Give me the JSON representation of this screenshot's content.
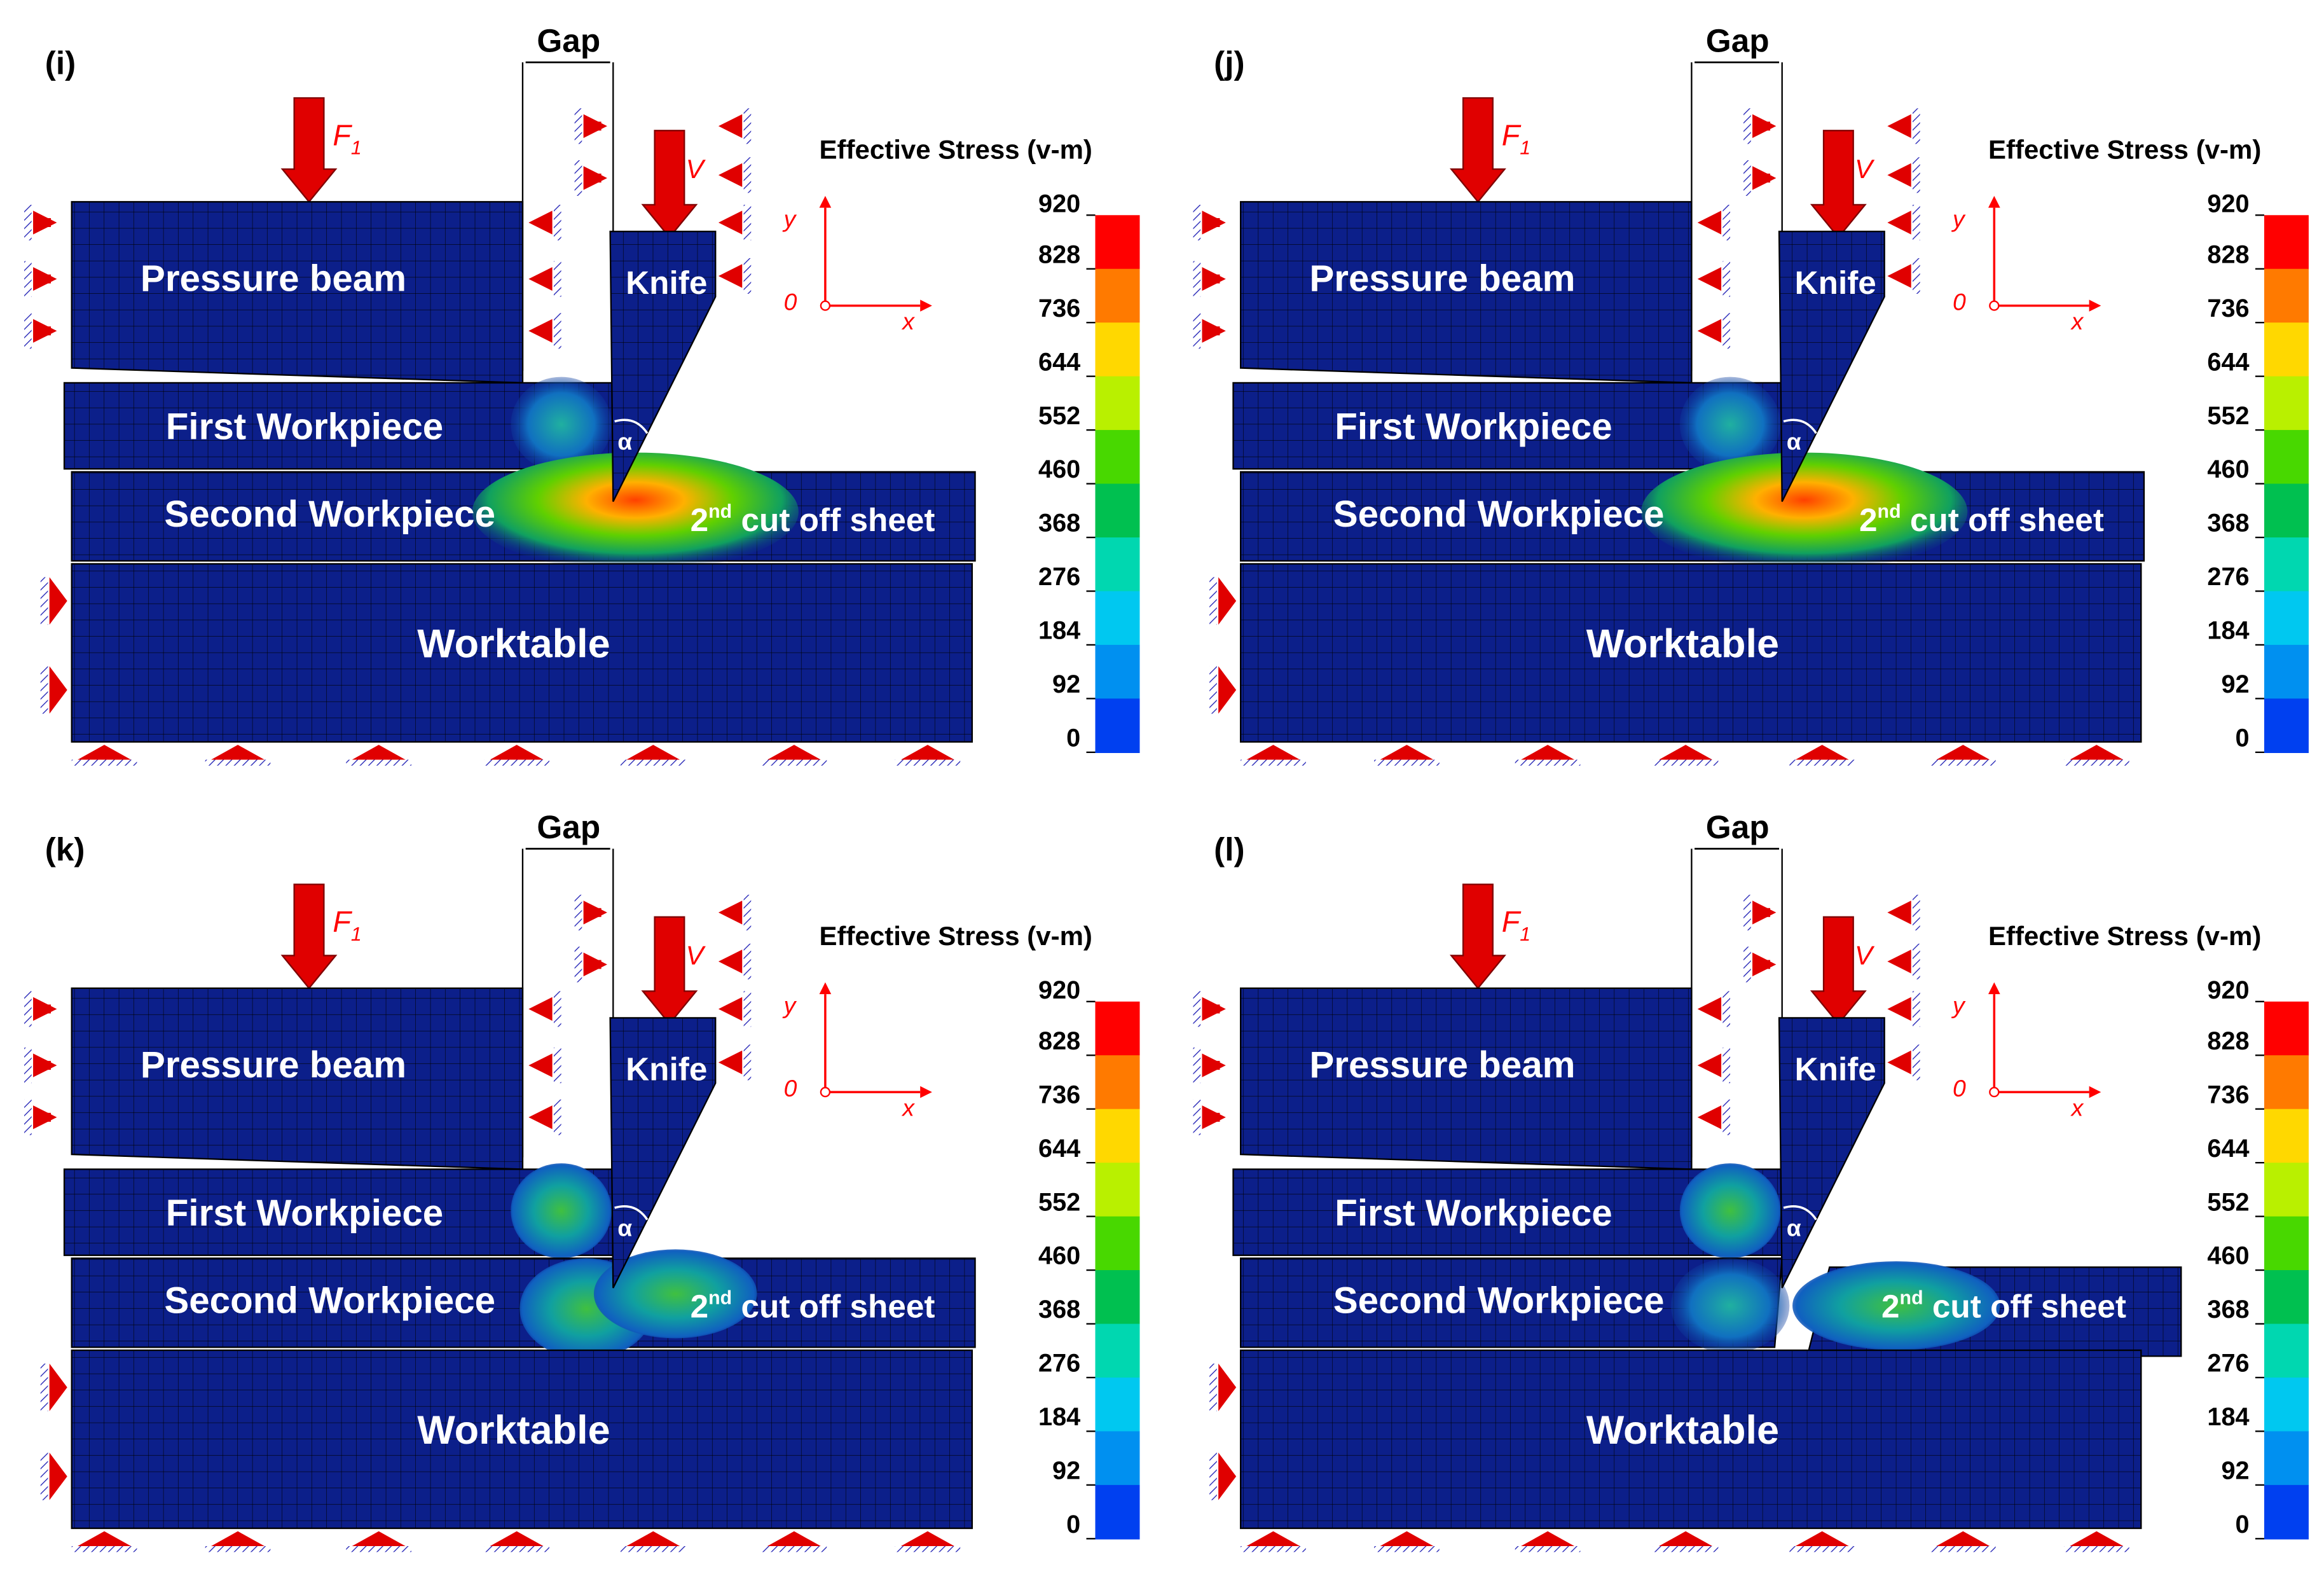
{
  "panels": [
    {
      "tag": "(i)",
      "stage": 0
    },
    {
      "tag": "(j)",
      "stage": 1
    },
    {
      "tag": "(k)",
      "stage": 2
    },
    {
      "tag": "(l)",
      "stage": 3
    }
  ],
  "labels": {
    "gap": "Gap",
    "force": "F",
    "force_sub": "1",
    "velocity": "V",
    "pressure_beam": "Pressure beam",
    "knife": "Knife",
    "first_workpiece": "First Workpiece",
    "second_workpiece": "Second Workpiece",
    "cut_off_sheet_prefix": "2",
    "cut_off_sheet_sup": "nd",
    "cut_off_sheet_suffix": " cut off sheet",
    "worktable": "Worktable",
    "alpha": "α",
    "axis_x": "x",
    "axis_y": "y",
    "axis_origin": "0"
  },
  "legend": {
    "title": "Effective Stress (v-m)",
    "ticks": [
      "920",
      "828",
      "736",
      "644",
      "552",
      "460",
      "368",
      "276",
      "184",
      "92",
      "0"
    ],
    "colors": [
      "#ff0000",
      "#ff7a00",
      "#ffd800",
      "#b9f000",
      "#48d800",
      "#00c050",
      "#00d7b0",
      "#00c8f0",
      "#0090f0",
      "#0040f0"
    ]
  },
  "colors": {
    "mesh_body": "#0c1f8a",
    "mesh_line": "#000000",
    "arrow": "#e00000",
    "support_hatch": "#1a1aa8"
  }
}
